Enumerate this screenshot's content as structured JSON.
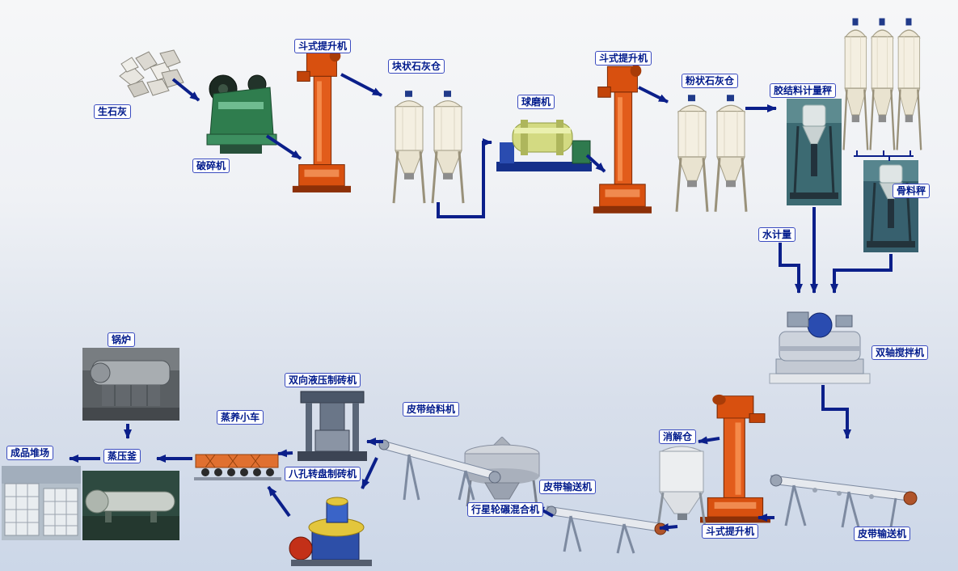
{
  "colors": {
    "arrow": "#0b1f8a",
    "label_border": "#3b4cc0",
    "label_text": "#001a8c",
    "background_top": "#f6f7f8",
    "background_bottom": "#ccd7e8"
  },
  "nodes": [
    {
      "id": "quicklime",
      "label": "生石灰"
    },
    {
      "id": "crusher",
      "label": "破碎机"
    },
    {
      "id": "bucket-elevator-1",
      "label": "斗式提升机"
    },
    {
      "id": "block-lime-silo",
      "label": "块状石灰仓"
    },
    {
      "id": "ball-mill",
      "label": "球磨机"
    },
    {
      "id": "bucket-elevator-2",
      "label": "斗式提升机"
    },
    {
      "id": "powder-lime-silo",
      "label": "粉状石灰仓"
    },
    {
      "id": "binder-metering-scale",
      "label": "胶结料计量秤"
    },
    {
      "id": "aggregate-scale",
      "label": "骨料秤"
    },
    {
      "id": "water-metering",
      "label": "水计量"
    },
    {
      "id": "twin-shaft-mixer",
      "label": "双轴搅拌机"
    },
    {
      "id": "belt-conveyor-right",
      "label": "皮带输送机"
    },
    {
      "id": "bucket-elevator-3",
      "label": "斗式提升机"
    },
    {
      "id": "digestion-silo",
      "label": "消解仓"
    },
    {
      "id": "belt-conveyor-mid",
      "label": "皮带输送机"
    },
    {
      "id": "planetary-mixer",
      "label": "行星轮碾混合机"
    },
    {
      "id": "belt-feeder",
      "label": "皮带给料机"
    },
    {
      "id": "hydraulic-brick-machine",
      "label": "双向液压制砖机"
    },
    {
      "id": "rotary-brick-machine",
      "label": "八孔转盘制砖机"
    },
    {
      "id": "curing-trolley",
      "label": "蒸养小车"
    },
    {
      "id": "autoclave",
      "label": "蒸压釜"
    },
    {
      "id": "boiler",
      "label": "锅炉"
    },
    {
      "id": "product-yard",
      "label": "成品堆场"
    }
  ]
}
